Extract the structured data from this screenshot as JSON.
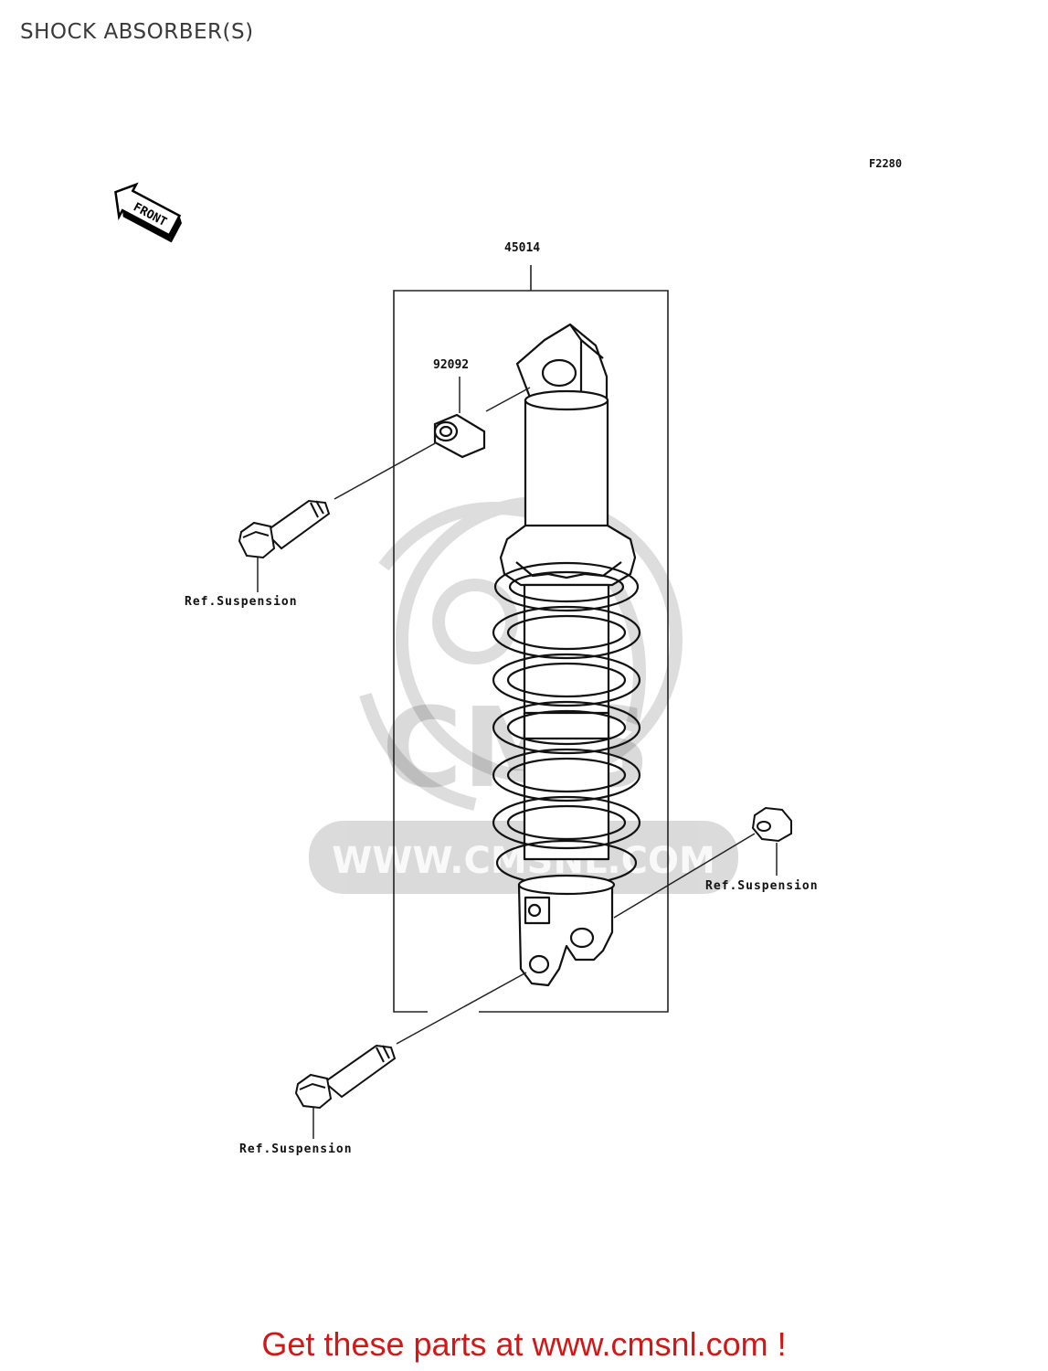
{
  "title": "SHOCK ABSORBER(S)",
  "figure_code": "F2280",
  "front_arrow_text": "FRONT",
  "parts": {
    "assembly": {
      "number": "45014"
    },
    "bushing": {
      "number": "92092"
    }
  },
  "references": {
    "upper_bolt": "Ref.Suspension",
    "nut": "Ref.Suspension",
    "lower_bolt": "Ref.Suspension"
  },
  "watermark": {
    "brand": "CMS",
    "url": "WWW.CMSNL.COM"
  },
  "cta": "Get these parts at www.cmsnl.com !"
}
